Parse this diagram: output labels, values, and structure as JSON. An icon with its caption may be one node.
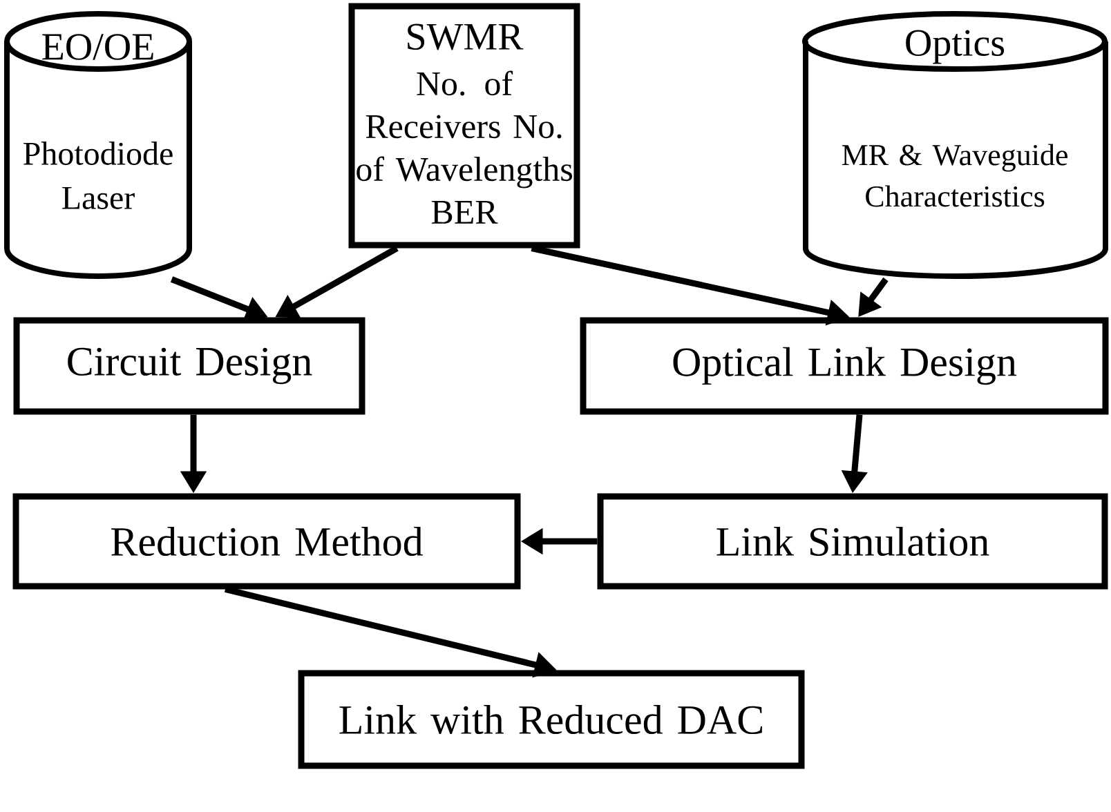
{
  "diagram": {
    "nodes": [
      {
        "text": [
          "EO/OE",
          "Photodiode Laser"
        ]
      },
      {
        "text": [
          "SWMR",
          "No. of Receivers No. of Wavelengths BER"
        ]
      },
      {
        "text": [
          "Optics",
          "MR & Waveguide Characteristics"
        ]
      },
      {
        "text": [
          "Circuit Design"
        ]
      },
      {
        "text": [
          "Optical Link Design"
        ]
      },
      {
        "text": [
          "Reduction Method"
        ]
      },
      {
        "text": [
          "Link Simulation"
        ]
      },
      {
        "text": [
          "Link with Reduced DAC"
        ]
      }
    ],
    "edges": [
      {
        "from": 0,
        "to": 3,
        "arrow": "to"
      },
      {
        "from": 1,
        "to": 3,
        "arrow": "to"
      },
      {
        "from": 1,
        "to": 4,
        "arrow": "to"
      },
      {
        "from": 2,
        "to": 4,
        "arrow": "to"
      },
      {
        "from": 3,
        "to": 5,
        "arrow": "to"
      },
      {
        "from": 4,
        "to": 6,
        "arrow": "to"
      },
      {
        "from": 6,
        "to": 5,
        "arrow": "to"
      },
      {
        "from": 5,
        "to": 7,
        "arrow": "to"
      }
    ]
  }
}
